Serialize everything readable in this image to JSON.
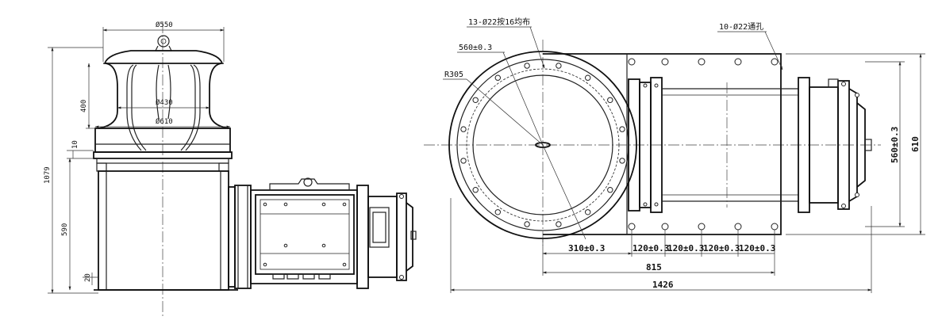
{
  "front_view": {
    "dims": {
      "top_width": "Ø550",
      "d430": "Ø430",
      "d610": "Ø610",
      "h400": "400",
      "h10": "10",
      "h590": "590",
      "h20": "20",
      "total_h": "1079"
    }
  },
  "top_view": {
    "notes": {
      "holes_13": "13-Ø22按16均布",
      "holes_10": "10-Ø22通孔",
      "d560_top": "560±0.3",
      "radius": "R305"
    },
    "dims": {
      "d310": "310±0.3",
      "d120_1": "120±0.3",
      "d120_2": "120±0.3",
      "d120_3": "120±0.3",
      "d120_4": "120±0.3",
      "d815": "815",
      "d1426": "1426",
      "d560_right": "560±0.3",
      "d610_right": "610"
    }
  }
}
